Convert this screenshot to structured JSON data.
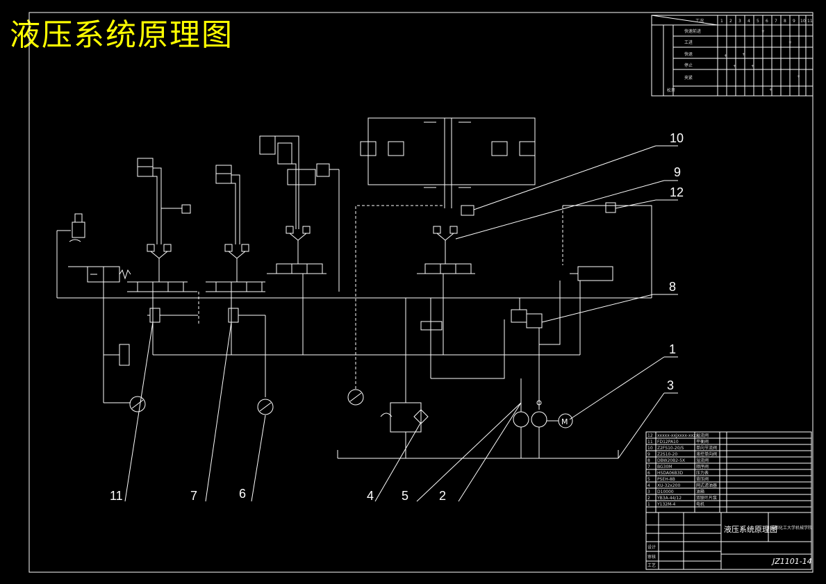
{
  "title": "液压系统原理图",
  "callouts": [
    "1",
    "2",
    "3",
    "4",
    "5",
    "6",
    "7",
    "8",
    "9",
    "10",
    "11",
    "12"
  ],
  "bom_rows": [
    {
      "no": "12",
      "code": "xxxxx-xxjxxxx-xxxx",
      "name": "溢流阀"
    },
    {
      "no": "11",
      "code": "FD12PA10",
      "name": "平衡阀"
    },
    {
      "no": "10",
      "code": "Z2FS10-20/S",
      "name": "单向节流阀"
    },
    {
      "no": "9",
      "code": "Z2S10-20",
      "name": "液控单向阀"
    },
    {
      "no": "8",
      "code": "DBW20B2-5X",
      "name": "溢流阀"
    },
    {
      "no": "7",
      "code": "BG30M",
      "name": "顺序阀"
    },
    {
      "no": "6",
      "code": "HSDA06B3D",
      "name": "压力表"
    },
    {
      "no": "5",
      "code": "PSEH-8B",
      "name": "背压阀"
    },
    {
      "no": "4",
      "code": "XU-32x200",
      "name": "网式滤油器"
    },
    {
      "no": "3",
      "code": "D10000",
      "name": "油箱"
    },
    {
      "no": "2",
      "code": "YB3A-44/12",
      "name": "双联叶片泵"
    },
    {
      "no": "1",
      "code": "Y132M-4",
      "name": "电机"
    }
  ],
  "title_block": {
    "drawing_name": "液压系统原理图",
    "drawing_no": "JZ1101-14",
    "school": "成都化工大学机械学院",
    "role_design": "设计",
    "role_check": "审核",
    "role_process": "工艺"
  },
  "sequence_table": {
    "header": [
      "工况",
      "1",
      "2",
      "3",
      "4",
      "5",
      "6",
      "7",
      "8",
      "9",
      "10",
      "11"
    ],
    "rows": [
      "快速前进",
      "工进",
      "快退",
      "停止",
      "夹紧",
      "松开"
    ]
  }
}
